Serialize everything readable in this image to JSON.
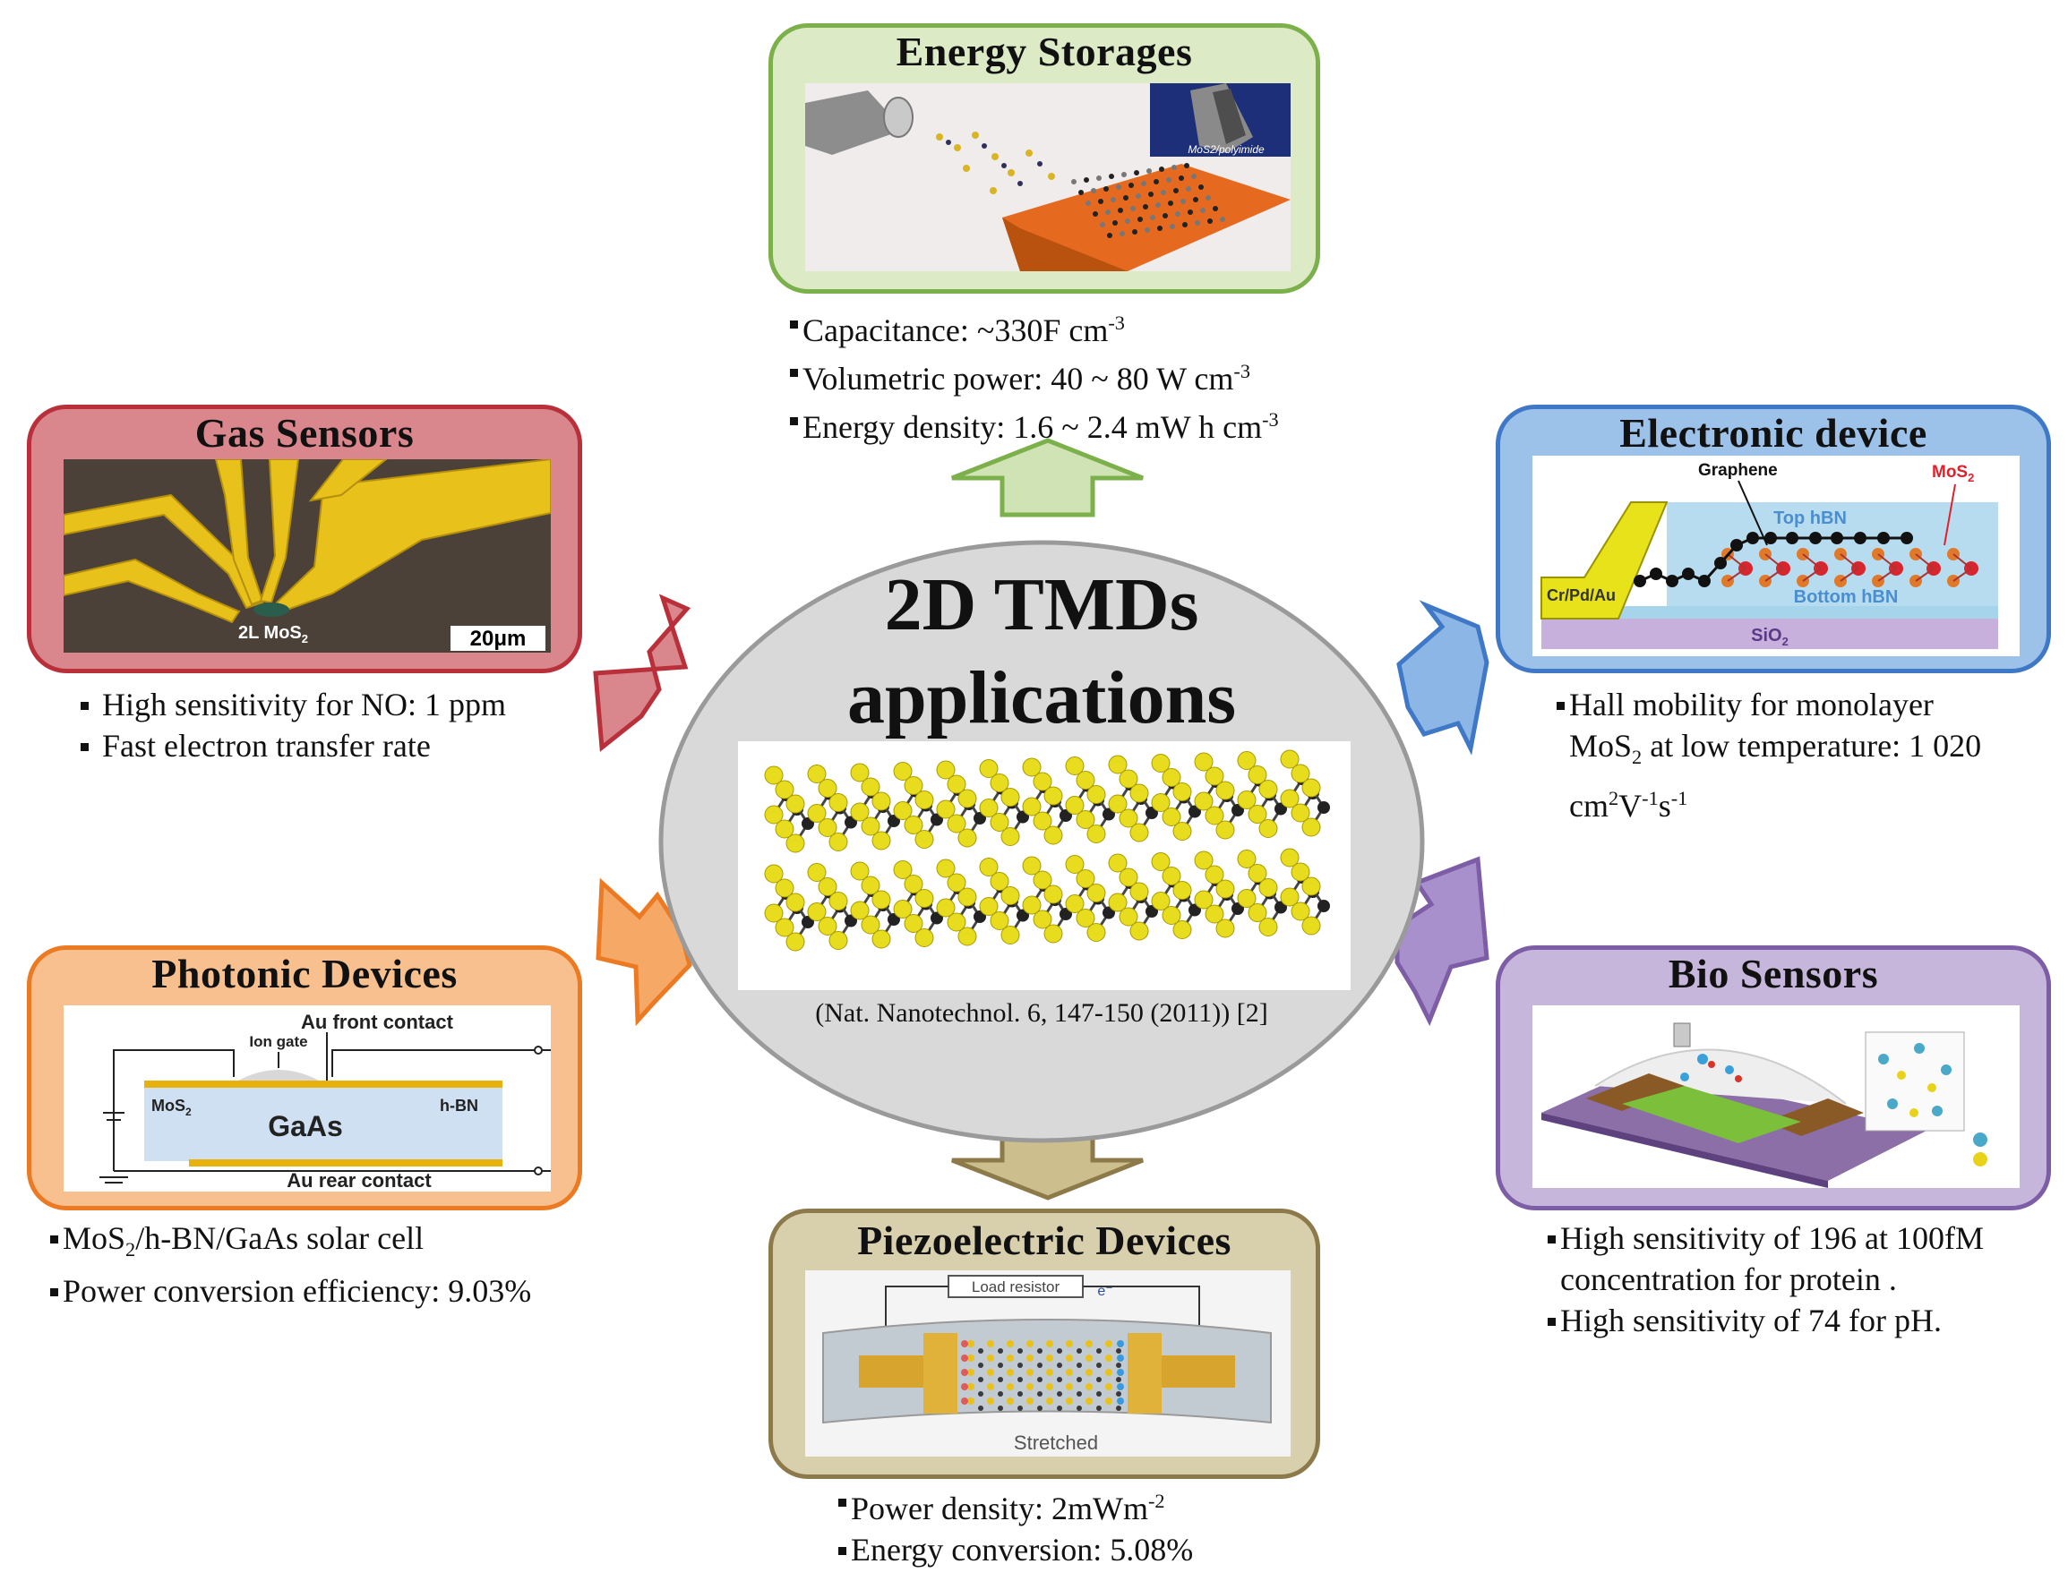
{
  "center": {
    "title_line1": "2D TMDs",
    "title_line2": "applications",
    "citation": "(Nat. Nanotechnol. 6, 147-150 (2011)) [2]"
  },
  "energy": {
    "title": "Energy Storages",
    "image_label": "MoS2/polyimide",
    "b1_pre": "Capacitance: ~330F cm",
    "b1_sup": "-3",
    "b2_pre": "Volumetric power: 40 ~ 80 W cm",
    "b2_sup": "-3",
    "b3_pre": "Energy density: 1.6 ~ 2.4 mW h cm",
    "b3_sup": "-3"
  },
  "gas": {
    "title": "Gas Sensors",
    "img_label": "2L MoS",
    "img_label_sub": "2",
    "scale": "20μm",
    "b1": "High sensitivity for NO: 1 ppm",
    "b2": "Fast electron transfer rate"
  },
  "electronic": {
    "title": "Electronic device",
    "graphene": "Graphene",
    "mos2": "MoS",
    "mos2_sub": "2",
    "top_hbn": "Top hBN",
    "bottom_hbn": "Bottom hBN",
    "contact": "Cr/Pd/Au",
    "sio2": "SiO",
    "sio2_sub": "2",
    "b1": "Hall mobility for monolayer",
    "b1_l2a": "MoS",
    "b1_l2sub": "2",
    "b1_l2b": " at low temperature: 1 020",
    "b1_l3a": "cm",
    "b1_l3sup1": "2",
    "b1_l3b": "V",
    "b1_l3sup2": "-1",
    "b1_l3c": "s",
    "b1_l3sup3": "-1"
  },
  "photonic": {
    "title": "Photonic Devices",
    "front_contact": "Au front contact",
    "ion_gate": "Ion gate",
    "mos2": "MoS",
    "mos2_sub": "2",
    "hbn": "h-BN",
    "gaas": "GaAs",
    "rear_contact": "Au rear contact",
    "b1_a": "MoS",
    "b1_sub": "2",
    "b1_b": "/h-BN/GaAs solar cell",
    "b2": "Power conversion efficiency: 9.03%"
  },
  "piezo": {
    "title": "Piezoelectric Devices",
    "load_resistor": "Load resistor",
    "electron": "e⁻",
    "stretched": "Stretched",
    "b1_pre": "Power density: 2mWm",
    "b1_sup": "-2",
    "b2": "Energy conversion: 5.08%"
  },
  "bio": {
    "title": "Bio Sensors",
    "b1_l1": "High sensitivity of 196 at 100fM",
    "b1_l2": "concentration for protein .",
    "b2": "High sensitivity of 74 for pH."
  },
  "colors": {
    "energy_border": "#7bb04a",
    "energy_bg": "#dcebc6",
    "gas_border": "#b9303b",
    "gas_bg": "#d9878d",
    "electronic_border": "#3f78c6",
    "electronic_bg": "#9cc2ea",
    "photonic_border": "#ec7a23",
    "photonic_bg": "#f8c08e",
    "piezo_border": "#8c7a4a",
    "piezo_bg": "#d8cfac",
    "bio_border": "#7c5da6",
    "bio_bg": "#c7b6dc",
    "center_fill": "#d9d9d9"
  }
}
